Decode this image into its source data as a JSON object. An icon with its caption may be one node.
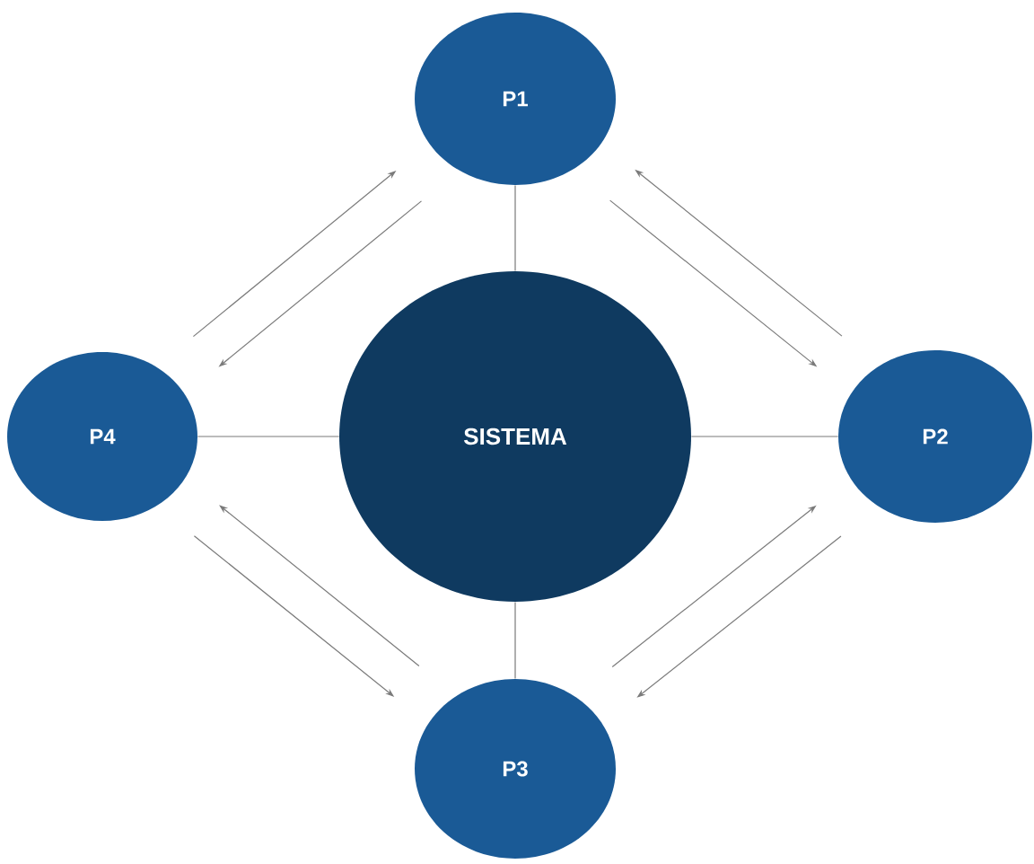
{
  "diagram": {
    "nodes": [
      {
        "text": [
          "P1"
        ]
      },
      {
        "text": [
          "P4"
        ]
      },
      {
        "text": [
          "SISTEMA"
        ]
      },
      {
        "text": [
          "P2"
        ]
      },
      {
        "text": [
          "P3"
        ]
      }
    ],
    "edges": [
      {
        "from": 2,
        "to": 0,
        "arrow": "none"
      },
      {
        "from": 2,
        "to": 1,
        "arrow": "none"
      },
      {
        "from": 2,
        "to": 3,
        "arrow": "none"
      },
      {
        "from": 2,
        "to": 4,
        "arrow": "none"
      },
      {
        "from": 1,
        "to": 0,
        "arrow": "to"
      },
      {
        "from": 0,
        "to": 1,
        "arrow": "to"
      },
      {
        "from": 3,
        "to": 0,
        "arrow": "to"
      },
      {
        "from": 0,
        "to": 3,
        "arrow": "to"
      },
      {
        "from": 4,
        "to": 1,
        "arrow": "to"
      },
      {
        "from": 1,
        "to": 4,
        "arrow": "to"
      },
      {
        "from": 4,
        "to": 3,
        "arrow": "to"
      },
      {
        "from": 3,
        "to": 4,
        "arrow": "to"
      }
    ]
  }
}
